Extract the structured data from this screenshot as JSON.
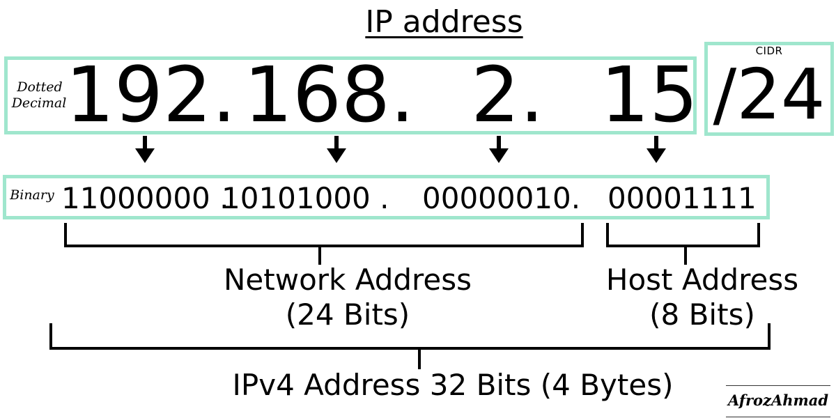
{
  "title": "IP address",
  "dotted_label_line1": "Dotted",
  "dotted_label_line2": "Decimal",
  "dotted_octets": [
    "192.",
    "168.",
    "2.",
    "15"
  ],
  "cidr_label": "CIDR",
  "cidr_value": "/24",
  "binary_label": "Binary",
  "binary_octets": [
    "11000000 .",
    "10101000 .",
    "00000010.",
    "00001111"
  ],
  "network_caption_line1": "Network Address",
  "network_caption_line2": "(24 Bits)",
  "host_caption_line1": "Host Address",
  "host_caption_line2": "(8 Bits)",
  "total_caption": "IPv4 Address 32 Bits (4 Bytes)",
  "signature": "AfrozAhmad",
  "colors": {
    "box_border": "#9fe6cd",
    "ink": "#000000"
  },
  "icons": [
    "arrow-down-icon"
  ]
}
